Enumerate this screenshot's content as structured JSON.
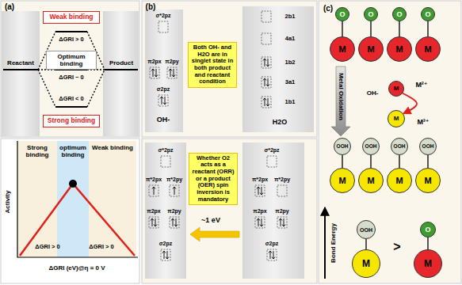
{
  "diagram": {
    "nodes": [
      {
        "text": [
          "Weak binding"
        ]
      },
      {
        "text": [
          "Optimum binding"
        ]
      },
      {
        "text": [
          "Strong binding"
        ]
      },
      {
        "text": [
          "Strong binding"
        ]
      },
      {
        "text": [
          "optimum binding"
        ]
      },
      {
        "text": [
          "Weak binding"
        ]
      },
      {
        "text": [
          "Both OH- and H2O are in singlet state in both product and reactant condition"
        ]
      },
      {
        "text": [
          "Whether O2 acts as a reactant (ORR) or a product (OER) spin inversion is mandatory"
        ]
      },
      {
        "text": [
          "O"
        ]
      },
      {
        "text": [
          "O"
        ]
      },
      {
        "text": [
          "O"
        ]
      },
      {
        "text": [
          "O"
        ]
      },
      {
        "text": [
          "M"
        ]
      },
      {
        "text": [
          "M"
        ]
      },
      {
        "text": [
          "M"
        ]
      },
      {
        "text": [
          "M"
        ]
      },
      {
        "text": [
          "M"
        ]
      },
      {
        "text": [
          "M"
        ]
      },
      {
        "text": [
          "OOH"
        ]
      },
      {
        "text": [
          "OOH"
        ]
      },
      {
        "text": [
          "OOH"
        ]
      },
      {
        "text": [
          "OOH"
        ]
      },
      {
        "text": [
          "M"
        ]
      },
      {
        "text": [
          "M"
        ]
      },
      {
        "text": [
          "M"
        ]
      },
      {
        "text": [
          "M"
        ]
      },
      {
        "text": [
          "OOH"
        ]
      },
      {
        "text": [
          "M"
        ]
      },
      {
        "text": [
          "O"
        ]
      },
      {
        "text": [
          "M"
        ]
      }
    ],
    "edges": [
      {
        "from": 8,
        "to": 12,
        "arrow": "none"
      },
      {
        "from": 9,
        "to": 13,
        "arrow": "none"
      },
      {
        "from": 10,
        "to": 14,
        "arrow": "none"
      },
      {
        "from": 11,
        "to": 15,
        "arrow": "none"
      },
      {
        "from": 16,
        "to": 17,
        "arrow": "to"
      },
      {
        "from": 18,
        "to": 22,
        "arrow": "none"
      },
      {
        "from": 19,
        "to": 23,
        "arrow": "none"
      },
      {
        "from": 20,
        "to": 24,
        "arrow": "none"
      },
      {
        "from": 21,
        "to": 25,
        "arrow": "none"
      },
      {
        "from": 26,
        "to": 27,
        "arrow": "none"
      },
      {
        "from": 28,
        "to": 29,
        "arrow": "none"
      }
    ],
    "labels": [
      "(a)",
      "Reactant",
      "Product",
      "ΔGRI > 0",
      "ΔGRI ~ 0",
      "ΔGRI < 0",
      "Activity",
      "ΔGRI > 0",
      "ΔGRI > 0",
      "ΔGRI (eV)@η = 0 V",
      "(b)",
      "σ*2pz",
      "π2px",
      "π2py",
      "σ2pz",
      "OH-",
      "2b1",
      "4a1",
      "1b2",
      "3a1",
      "1b1",
      "H2O",
      "σ*2pz",
      "π*2px",
      "π*2py",
      "π2px",
      "π2py",
      "σ2pz",
      "σ*2pz",
      "π*2px",
      "π*2py",
      "π2px",
      "π2py",
      "σ2pz",
      "~1 eV",
      "(c)",
      "Metal Oxidation",
      "OH-",
      "M²⁺",
      "M³⁺",
      "Bond Energy",
      ">"
    ]
  }
}
